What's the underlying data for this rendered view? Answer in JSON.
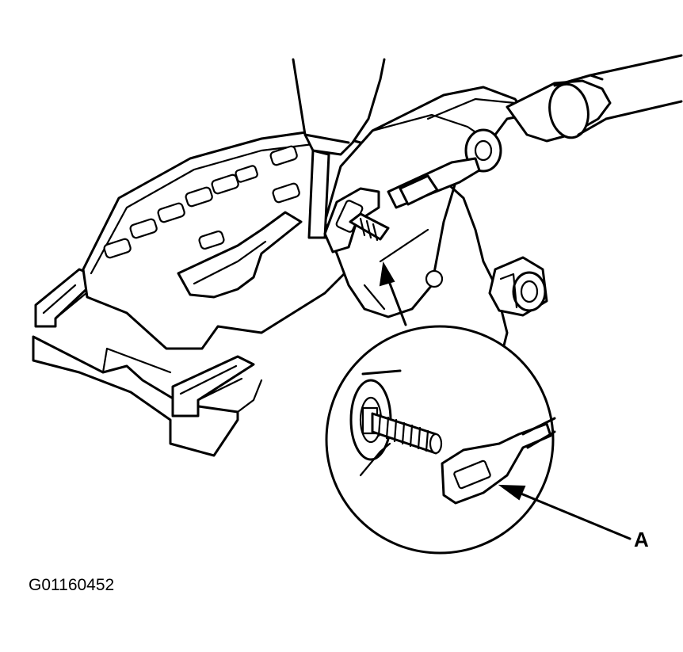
{
  "callouts": [
    {
      "id": "A",
      "label": "A"
    }
  ],
  "figure_id": "G01160452"
}
